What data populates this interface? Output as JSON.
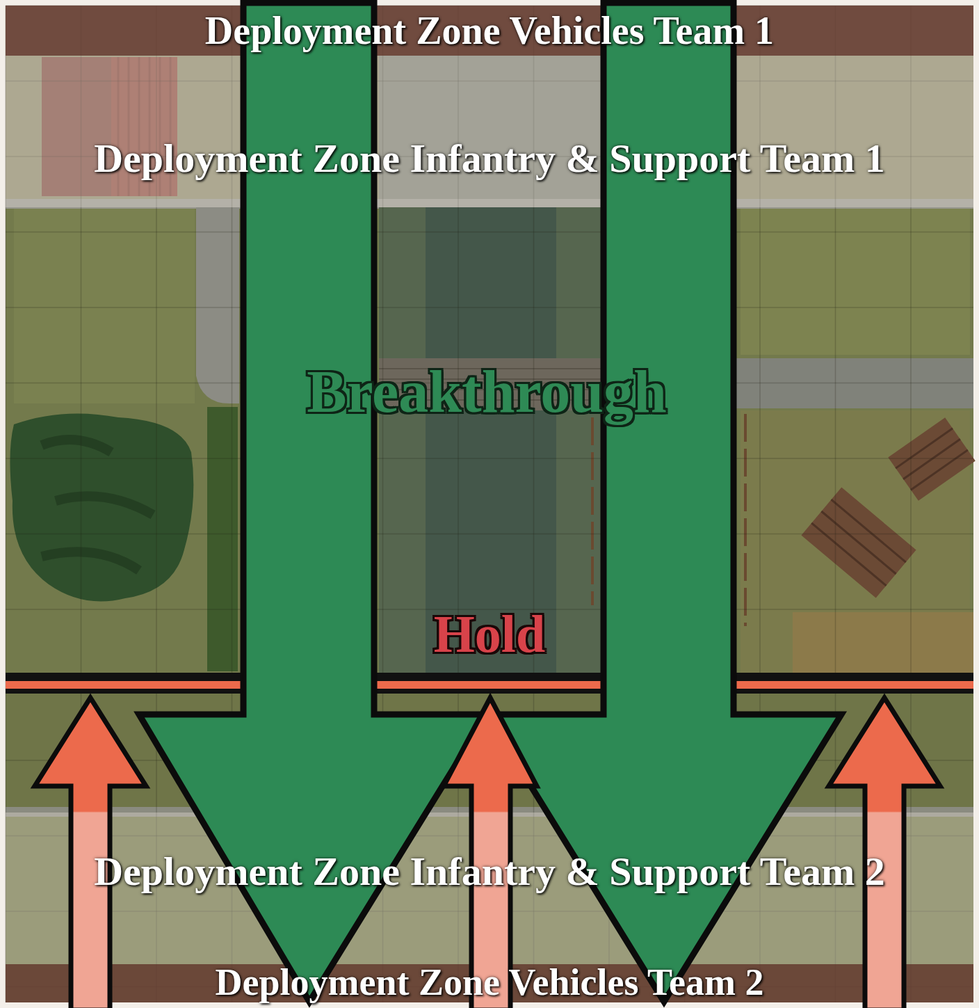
{
  "diagram": {
    "nodes": [
      {
        "text": [
          "Deployment Zone Vehicles Team 1"
        ]
      },
      {
        "text": [
          "Deployment Zone Infantry & Support Team 1"
        ]
      },
      {
        "text": [
          "Deployment Zone Infantry & Support Team 2"
        ]
      },
      {
        "text": [
          "Deployment Zone Vehicles Team 2"
        ]
      }
    ],
    "labels": [
      "Breakthrough",
      "Hold"
    ]
  }
}
